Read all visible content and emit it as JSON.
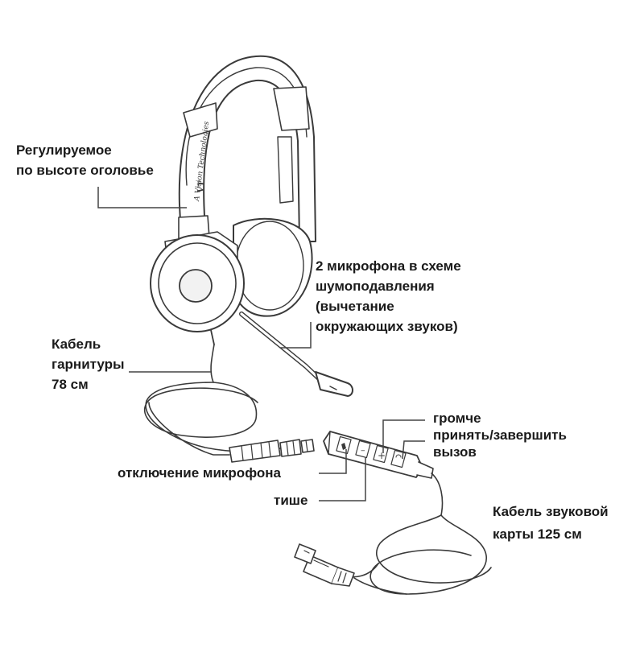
{
  "labels": {
    "headband": [
      "Регулируемое",
      "по высоте оголовье"
    ],
    "microphones": [
      "2 микрофона в схеме",
      "шумоподавления",
      "(вычетание",
      "окружающих звуков)"
    ],
    "headset_cable": [
      "Кабель",
      "гарнитуры",
      "78 см"
    ],
    "volume_up": "громче",
    "answer_end_call": [
      "принять/завершить",
      "вызов"
    ],
    "mic_mute": "отключение микрофона",
    "volume_down": "тише",
    "soundcard_cable": [
      "Кабель звуковой",
      "карты 125 см"
    ]
  },
  "logo": {
    "mark": "VT",
    "text": "A Vision Technologies"
  },
  "controller_buttons": {
    "plus": "+",
    "minus": "–"
  },
  "colors": {
    "text": "#1a1a1a",
    "line": "#3a3a3a",
    "leader": "#444444"
  }
}
